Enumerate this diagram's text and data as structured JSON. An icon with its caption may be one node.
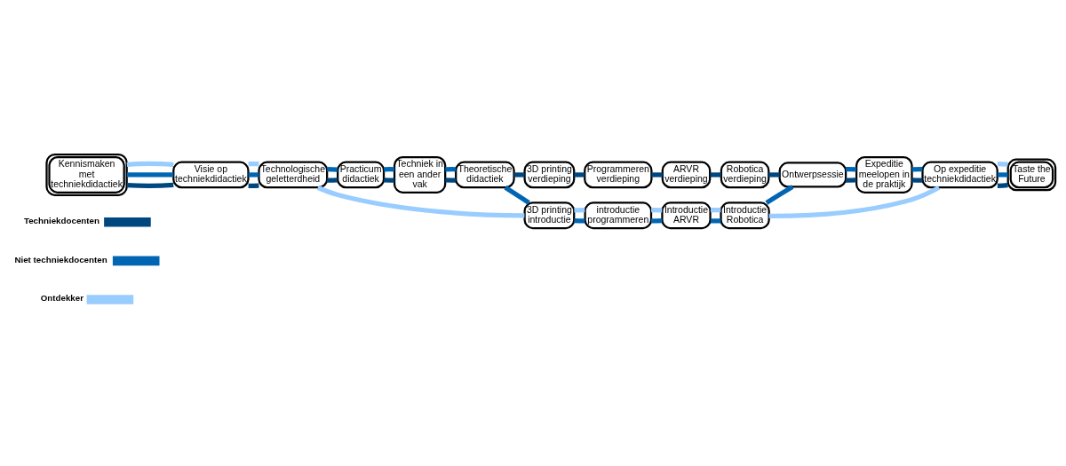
{
  "diagram": {
    "nodes": [
      {
        "text": [
          "Kennismaken met techniekdidactiek"
        ]
      },
      {
        "text": [
          "Visie op techniekdidactiek"
        ]
      },
      {
        "text": [
          "Technologische geletterdheid"
        ]
      },
      {
        "text": [
          "Practicum didactiek"
        ]
      },
      {
        "text": [
          "Techniek in een ander vak"
        ]
      },
      {
        "text": [
          "Theoretische didactiek"
        ]
      },
      {
        "text": [
          "3D printing verdieping"
        ]
      },
      {
        "text": [
          "3D printing introductie"
        ]
      },
      {
        "text": [
          "Programmeren verdieping"
        ]
      },
      {
        "text": [
          "introductie programmeren"
        ]
      },
      {
        "text": [
          "ARVR verdieping"
        ]
      },
      {
        "text": [
          "Introductie ARVR"
        ]
      },
      {
        "text": [
          "Robotica verdieping"
        ]
      },
      {
        "text": [
          "Introductie Robotica"
        ]
      },
      {
        "text": [
          "Ontwerpsessie"
        ]
      },
      {
        "text": [
          "Expeditie meelopen in de praktijk"
        ]
      },
      {
        "text": [
          "Op expeditie techniekdidactiek"
        ]
      },
      {
        "text": [
          "Taste the Future"
        ]
      }
    ],
    "edges": [
      {
        "from": 0,
        "to": 1,
        "arrow": "none",
        "color": "#00467f"
      },
      {
        "from": 1,
        "to": 2,
        "arrow": "none",
        "color": "#00467f"
      },
      {
        "from": 2,
        "to": 3,
        "arrow": "none",
        "color": "#00467f"
      },
      {
        "from": 3,
        "to": 4,
        "arrow": "none",
        "color": "#00467f"
      },
      {
        "from": 4,
        "to": 5,
        "arrow": "none",
        "color": "#00467f"
      },
      {
        "from": 5,
        "to": 6,
        "arrow": "none",
        "color": "#00467f"
      },
      {
        "from": 6,
        "to": 8,
        "arrow": "none",
        "color": "#00467f"
      },
      {
        "from": 8,
        "to": 10,
        "arrow": "none",
        "color": "#00467f"
      },
      {
        "from": 10,
        "to": 12,
        "arrow": "none",
        "color": "#00467f"
      },
      {
        "from": 12,
        "to": 14,
        "arrow": "none",
        "color": "#00467f"
      },
      {
        "from": 14,
        "to": 15,
        "arrow": "none",
        "color": "#00467f"
      },
      {
        "from": 15,
        "to": 16,
        "arrow": "none",
        "color": "#00467f"
      },
      {
        "from": 16,
        "to": 17,
        "arrow": "none",
        "color": "#00467f"
      },
      {
        "from": 0,
        "to": 1,
        "arrow": "none",
        "color": "#0066b3"
      },
      {
        "from": 1,
        "to": 2,
        "arrow": "none",
        "color": "#0066b3"
      },
      {
        "from": 2,
        "to": 3,
        "arrow": "none",
        "color": "#0066b3"
      },
      {
        "from": 3,
        "to": 4,
        "arrow": "none",
        "color": "#0066b3"
      },
      {
        "from": 4,
        "to": 5,
        "arrow": "none",
        "color": "#0066b3"
      },
      {
        "from": 5,
        "to": 7,
        "arrow": "none",
        "color": "#0066b3"
      },
      {
        "from": 7,
        "to": 9,
        "arrow": "none",
        "color": "#0066b3"
      },
      {
        "from": 9,
        "to": 11,
        "arrow": "none",
        "color": "#0066b3"
      },
      {
        "from": 11,
        "to": 13,
        "arrow": "none",
        "color": "#0066b3"
      },
      {
        "from": 13,
        "to": 14,
        "arrow": "none",
        "color": "#0066b3"
      },
      {
        "from": 14,
        "to": 15,
        "arrow": "none",
        "color": "#0066b3"
      },
      {
        "from": 15,
        "to": 16,
        "arrow": "none",
        "color": "#0066b3"
      },
      {
        "from": 16,
        "to": 17,
        "arrow": "none",
        "color": "#0066b3"
      },
      {
        "from": 0,
        "to": 1,
        "arrow": "none",
        "color": "#99ccff"
      },
      {
        "from": 1,
        "to": 2,
        "arrow": "none",
        "color": "#99ccff"
      },
      {
        "from": 2,
        "to": 7,
        "arrow": "none",
        "color": "#99ccff"
      },
      {
        "from": 7,
        "to": 9,
        "arrow": "none",
        "color": "#99ccff"
      },
      {
        "from": 9,
        "to": 11,
        "arrow": "none",
        "color": "#99ccff"
      },
      {
        "from": 11,
        "to": 13,
        "arrow": "none",
        "color": "#99ccff"
      },
      {
        "from": 13,
        "to": 16,
        "arrow": "none",
        "color": "#99ccff"
      },
      {
        "from": 16,
        "to": 17,
        "arrow": "none",
        "color": "#99ccff"
      }
    ],
    "legend": [
      {
        "text": "Techniekdocenten",
        "color": "#00467f"
      },
      {
        "text": "Niet techniekdocenten",
        "color": "#0066b3"
      },
      {
        "text": "Ontdekker",
        "color": "#99ccff"
      }
    ]
  }
}
